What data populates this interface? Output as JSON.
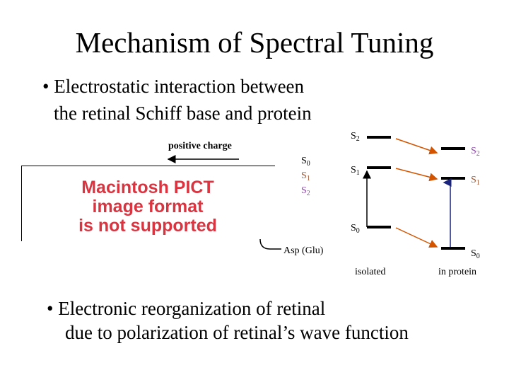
{
  "title": "Mechanism of Spectral Tuning",
  "bullets": [
    {
      "mark": "•",
      "line1": "Electrostatic interaction between",
      "line2": "the retinal Schiff base and protein"
    },
    {
      "mark": "•",
      "line1": "Electronic reorganization of retinal",
      "line2": "due to polarization of retinal’s wave function"
    }
  ],
  "diagram": {
    "positive_charge": "positive charge",
    "pict_placeholder": [
      "Macintosh PICT",
      "image format",
      "is not supported"
    ],
    "asp_label": "Asp (Glu)",
    "stack_labels": [
      {
        "base": "S",
        "sub": "0",
        "color": "#000000"
      },
      {
        "base": "S",
        "sub": "1",
        "color": "#a0522d"
      },
      {
        "base": "S",
        "sub": "2",
        "color": "#8e44ad"
      }
    ],
    "isolated": {
      "caption": "isolated",
      "levels": [
        {
          "base": "S",
          "sub": "2",
          "color": "#000000"
        },
        {
          "base": "S",
          "sub": "1",
          "color": "#000000"
        },
        {
          "base": "S",
          "sub": "0",
          "color": "#000000"
        }
      ]
    },
    "in_protein": {
      "caption": "in protein",
      "levels": [
        {
          "base": "S",
          "sub": "2",
          "color": "#8e44ad"
        },
        {
          "base": "S",
          "sub": "1",
          "color": "#a0522d"
        },
        {
          "base": "S",
          "sub": "0",
          "color": "#000000"
        }
      ]
    },
    "colors": {
      "arrow": "#d35400",
      "transition": "#1a237e",
      "pict_text": "#d9343f"
    }
  }
}
